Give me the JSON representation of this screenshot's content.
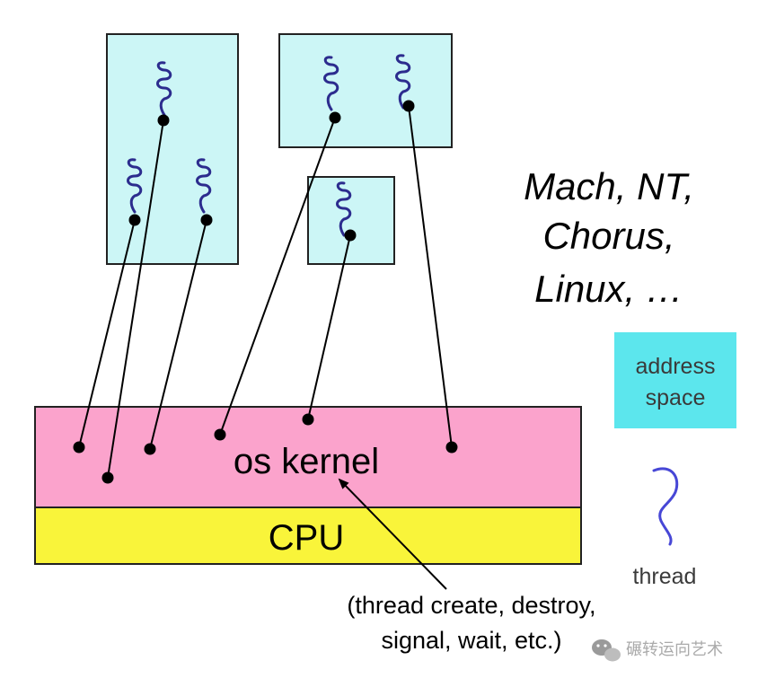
{
  "kernel_label": "os kernel",
  "cpu_label": "CPU",
  "systems": {
    "line1": "Mach, NT,",
    "line2": "Chorus,",
    "line3": "Linux, …"
  },
  "legend": {
    "address_space_line1": "address",
    "address_space_line2": "space",
    "thread_label": "thread"
  },
  "annotation": {
    "line1": "(thread create, destroy,",
    "line2": "signal, wait, etc.)"
  },
  "watermark": {
    "icon": "wechat-icon",
    "text": "碾转运向艺术"
  },
  "colors": {
    "address_space": "#ccf6f6",
    "kernel": "#fba3cc",
    "cpu": "#f9f43a",
    "thread_squiggle": "#2c2c8e",
    "legend_address_space": "#5ce6ed"
  }
}
